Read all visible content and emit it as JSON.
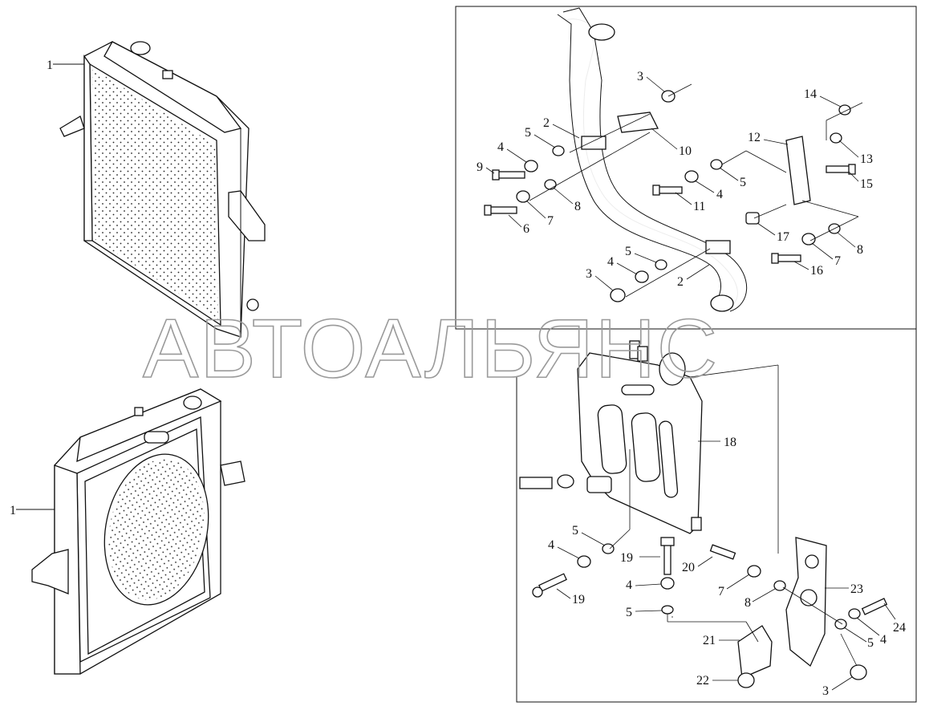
{
  "watermark": "АВТОАЛЬЯНС",
  "callouts": {
    "radiator_top": "1",
    "radiator_bottom": "1",
    "upper_panel": [
      "3",
      "2",
      "5",
      "4",
      "9",
      "10",
      "6",
      "7",
      "8",
      "11",
      "4",
      "5",
      "12",
      "13",
      "14",
      "15",
      "17",
      "16",
      "7",
      "8",
      "5",
      "4",
      "3",
      "2"
    ],
    "tank": "18",
    "lower_panel": [
      "5",
      "4",
      "19",
      "19",
      "4",
      "5",
      "20",
      "7",
      "8",
      "23",
      "21",
      "22",
      "5",
      "4",
      "24",
      "3"
    ]
  }
}
